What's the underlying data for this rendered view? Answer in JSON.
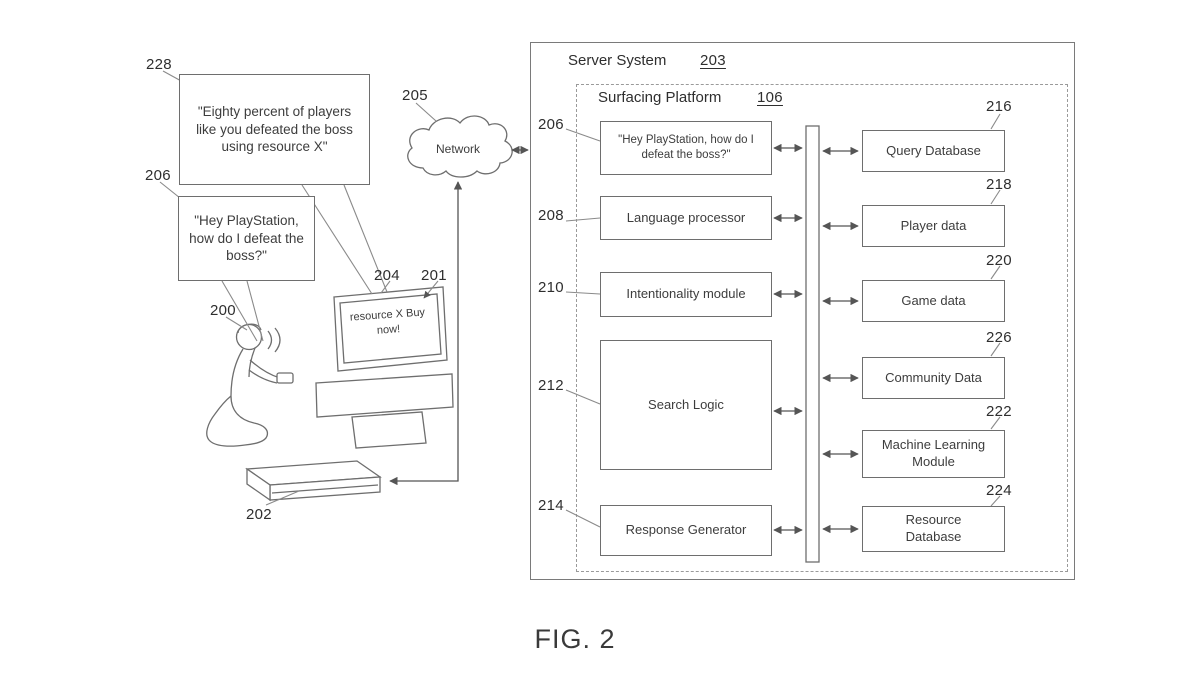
{
  "figure_caption": "FIG. 2",
  "colors": {
    "ink": "#3d3d3d",
    "line": "#6e6e6e",
    "background": "#ffffff"
  },
  "scene": {
    "bubble_boss_stat": {
      "ref": "228",
      "text": "\"Eighty percent of players like you defeated the boss using resource X\""
    },
    "bubble_question": {
      "ref": "206",
      "text": "\"Hey PlayStation, how do I defeat the boss?\""
    },
    "person_ref": "200",
    "console_ref": "202",
    "tv_ref": "204",
    "tv_screen": {
      "ref": "201",
      "text": "resource X Buy now!"
    },
    "network": {
      "ref": "205",
      "label": "Network"
    }
  },
  "server_system": {
    "title": "Server System",
    "ref": "203",
    "surfacing_platform": {
      "title": "Surfacing Platform",
      "ref": "106",
      "pipeline": [
        {
          "ref": "206",
          "label": "\"Hey PlayStation, how do I defeat the boss?\""
        },
        {
          "ref": "208",
          "label": "Language processor"
        },
        {
          "ref": "210",
          "label": "Intentionality module"
        },
        {
          "ref": "212",
          "label": "Search Logic"
        },
        {
          "ref": "214",
          "label": "Response Generator"
        }
      ],
      "datastores": [
        {
          "ref": "216",
          "label": "Query Database"
        },
        {
          "ref": "218",
          "label": "Player data"
        },
        {
          "ref": "220",
          "label": "Game data"
        },
        {
          "ref": "226",
          "label": "Community Data"
        },
        {
          "ref": "222",
          "label": "Machine Learning Module"
        },
        {
          "ref": "224",
          "label": "Resource Database"
        }
      ]
    }
  }
}
